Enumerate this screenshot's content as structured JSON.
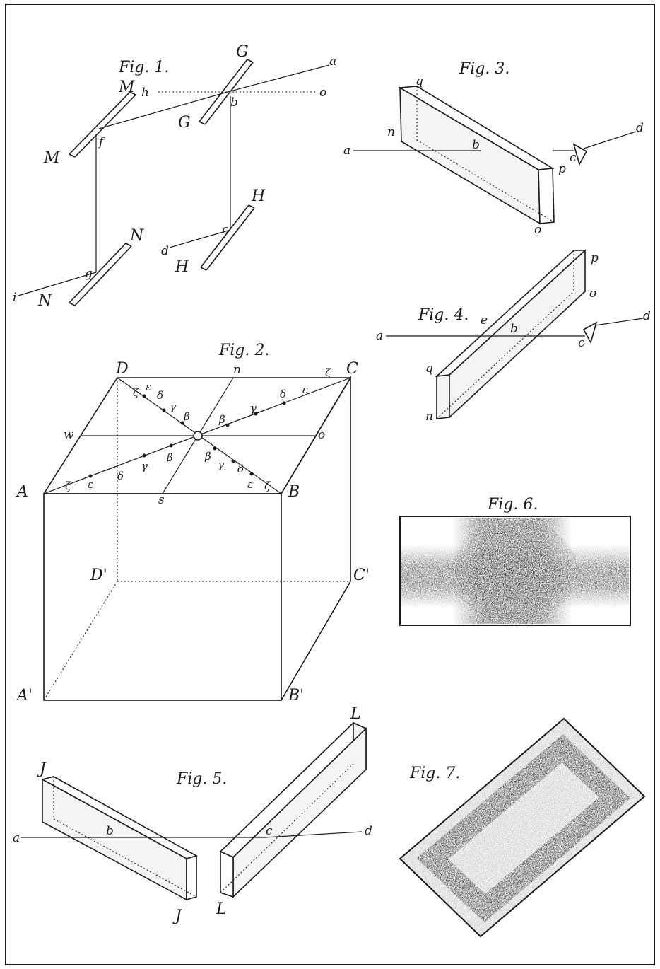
{
  "figures": {
    "fig1": {
      "title": "Fig. 1.",
      "labels": {
        "M_top": "M",
        "M_bot": "M",
        "f": "f",
        "G_top": "G",
        "G_bot": "G",
        "b": "b",
        "a": "a",
        "h": "h",
        "o": "o",
        "H_top": "H",
        "H_bot": "H",
        "c": "c",
        "d": "d",
        "N_top": "N",
        "N_bot": "N",
        "g": "g",
        "i": "i"
      }
    },
    "fig2": {
      "title": "Fig. 2.",
      "labels": {
        "D": "D",
        "C": "C",
        "A": "A",
        "B": "B",
        "D1": "D'",
        "C1": "C'",
        "A1": "A'",
        "B1": "B'",
        "n": "n",
        "w": "w",
        "o": "o",
        "s": "s"
      },
      "greek": {
        "zeta": "ζ",
        "epsilon": "ε",
        "delta": "δ",
        "gamma": "γ",
        "beta": "β"
      }
    },
    "fig3": {
      "title": "Fig. 3.",
      "labels": {
        "q": "q",
        "n": "n",
        "p": "p",
        "o": "o",
        "a": "a",
        "b": "b",
        "c": "c",
        "d": "d"
      }
    },
    "fig4": {
      "title": "Fig. 4.",
      "labels": {
        "p": "p",
        "o": "o",
        "q": "q",
        "n": "n",
        "a": "a",
        "b": "b",
        "c": "c",
        "d": "d",
        "e": "e"
      }
    },
    "fig5": {
      "title": "Fig. 5.",
      "labels": {
        "J_top": "J",
        "J_bot": "J",
        "L_top": "L",
        "L_bot": "L",
        "a": "a",
        "b": "b",
        "c": "c",
        "d": "d"
      }
    },
    "fig6": {
      "title": "Fig. 6."
    },
    "fig7": {
      "title": "Fig. 7."
    }
  },
  "colors": {
    "ink": "#1a1a1a",
    "paper": "#ffffff",
    "stipple": "#222222"
  }
}
